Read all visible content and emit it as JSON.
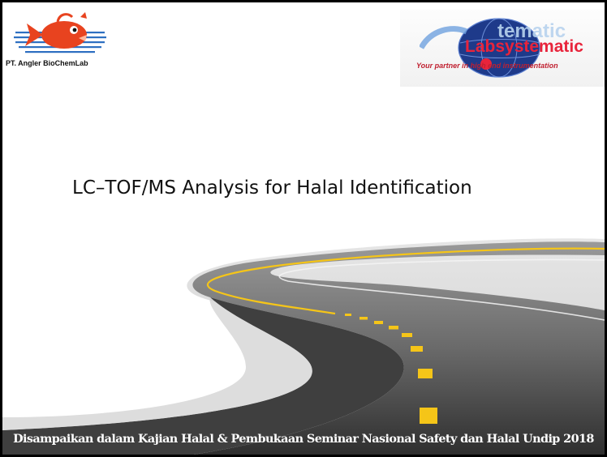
{
  "slide": {
    "title": "LC–TOF/MS Analysis for Halal Identification",
    "footer": "Disampaikan dalam Kajian Halal & Pembukaan Seminar Nasional Safety dan Halal Undip 2018"
  },
  "logo_left": {
    "caption": "PT. Angler BioChemLab",
    "icon": "fish-logo-icon",
    "colors": {
      "fish": "#e8431f",
      "waves": "#2d6fc1"
    }
  },
  "logo_right": {
    "wordmark": "Labsystematic",
    "tagline": "Your partner in high end instrumentation",
    "colors": {
      "wordmark": "#e8243b",
      "globe": "#1e3a8a"
    }
  },
  "theme": {
    "road": "#4a4a4a",
    "road_line": "#f5c518",
    "footer_bg": "#000000"
  }
}
